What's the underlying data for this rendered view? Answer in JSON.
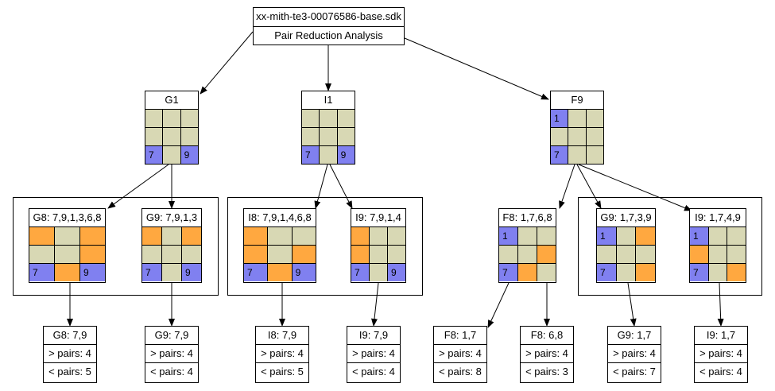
{
  "root": {
    "title": "xx-mith-te3-00076586-base.sdk",
    "subtitle": "Pair Reduction Analysis"
  },
  "colors": {
    "given": "#8080f0",
    "highlight": "#ffa840",
    "empty": "#d8d8b4"
  },
  "level1": [
    {
      "id": "G1",
      "title": "G1",
      "cells": [
        [
          "",
          "",
          ""
        ],
        [
          "",
          "",
          ""
        ],
        [
          "b:7",
          "",
          "b:9"
        ]
      ]
    },
    {
      "id": "I1",
      "title": "I1",
      "cells": [
        [
          "",
          "",
          ""
        ],
        [
          "",
          "",
          ""
        ],
        [
          "b:7",
          "",
          "b:9"
        ]
      ]
    },
    {
      "id": "F9",
      "title": "F9",
      "cells": [
        [
          "b:1",
          "",
          ""
        ],
        [
          "",
          "",
          ""
        ],
        [
          "b:7",
          "",
          ""
        ]
      ]
    }
  ],
  "level2": [
    {
      "id": "G8",
      "title": "G8: 7,9,1,3,6,8",
      "cells": [
        [
          "o",
          "",
          "o"
        ],
        [
          "",
          "",
          "o"
        ],
        [
          "b:7",
          "o",
          "b:9"
        ]
      ]
    },
    {
      "id": "G9",
      "title": "G9: 7,9,1,3",
      "cells": [
        [
          "o",
          "",
          "o"
        ],
        [
          "",
          "",
          ""
        ],
        [
          "b:7",
          "",
          "b:9"
        ]
      ]
    },
    {
      "id": "I8",
      "title": "I8: 7,9,1,4,6,8",
      "cells": [
        [
          "o",
          "",
          ""
        ],
        [
          "o",
          "",
          "o"
        ],
        [
          "b:7",
          "o",
          "b:9"
        ]
      ]
    },
    {
      "id": "I9",
      "title": "I9: 7,9,1,4",
      "cells": [
        [
          "o",
          "",
          ""
        ],
        [
          "o",
          "",
          ""
        ],
        [
          "b:7",
          "",
          "b:9"
        ]
      ]
    },
    {
      "id": "F8",
      "title": "F8: 1,7,6,8",
      "cells": [
        [
          "b:1",
          "",
          ""
        ],
        [
          "",
          "",
          "o"
        ],
        [
          "b:7",
          "o",
          ""
        ]
      ]
    },
    {
      "id": "G9b",
      "title": "G9: 1,7,3,9",
      "cells": [
        [
          "b:1",
          "",
          "o"
        ],
        [
          "",
          "",
          ""
        ],
        [
          "b:7",
          "",
          "o"
        ]
      ]
    },
    {
      "id": "I9b",
      "title": "I9: 1,7,4,9",
      "cells": [
        [
          "b:1",
          "",
          ""
        ],
        [
          "o",
          "",
          ""
        ],
        [
          "b:7",
          "",
          "o"
        ]
      ]
    }
  ],
  "leaves": [
    {
      "title": "G8: 7,9",
      "gt": "> pairs: 4",
      "lt": "< pairs: 5"
    },
    {
      "title": "G9: 7,9",
      "gt": "> pairs: 4",
      "lt": "< pairs: 4"
    },
    {
      "title": "I8: 7,9",
      "gt": "> pairs: 4",
      "lt": "< pairs: 5"
    },
    {
      "title": "I9: 7,9",
      "gt": "> pairs: 4",
      "lt": "< pairs: 4"
    },
    {
      "title": "F8: 1,7",
      "gt": "> pairs: 4",
      "lt": "< pairs: 8"
    },
    {
      "title": "F8: 6,8",
      "gt": "> pairs: 4",
      "lt": "< pairs: 3"
    },
    {
      "title": "G9: 1,7",
      "gt": "> pairs: 4",
      "lt": "< pairs: 7"
    },
    {
      "title": "I9: 1,7",
      "gt": "> pairs: 4",
      "lt": "< pairs: 4"
    }
  ]
}
